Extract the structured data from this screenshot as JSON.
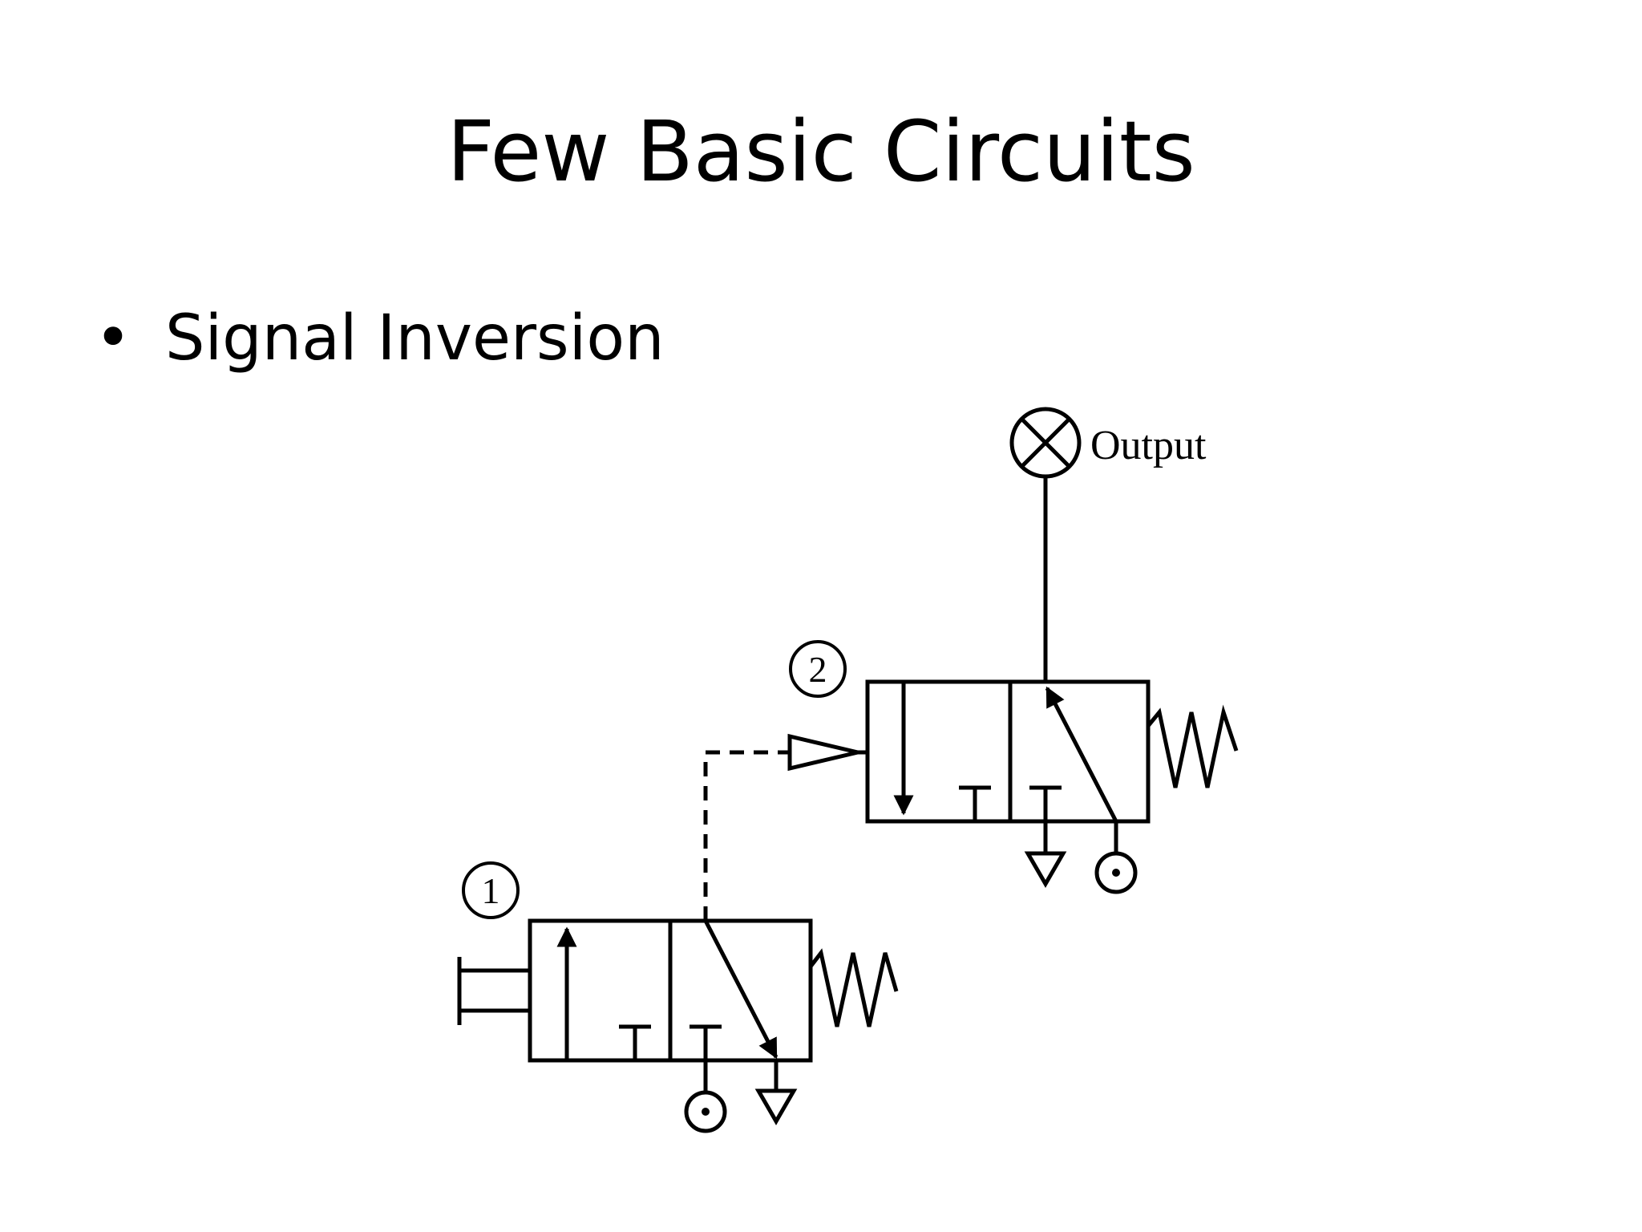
{
  "slide": {
    "title": "Few Basic Circuits",
    "bullet_symbol": "•",
    "bullet_text": "Signal Inversion"
  },
  "diagram": {
    "output_label": "Output",
    "valve_1_label": "1",
    "valve_2_label": "2"
  },
  "colors": {
    "background": "#ffffff",
    "ink": "#000000"
  }
}
